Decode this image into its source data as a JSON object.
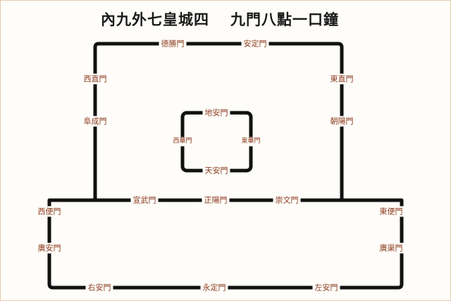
{
  "title_left": "內九外七皇城四",
  "title_right": "九門八點一口鐘",
  "colors": {
    "wall": "#111111",
    "gate_text": "#8b3a1e",
    "background": "#fffdf9",
    "border": "#e6c8a8"
  },
  "inner_city_gates": {
    "deshengmen": "德勝門",
    "andingmen": "安定門",
    "xizhimen": "西直門",
    "fuchengmen": "阜成門",
    "dongzhimen": "東直門",
    "chaoyangmen": "朝陽門",
    "xuanwumen": "宣武門",
    "zhengyangmen": "正陽門",
    "chongwenmen": "崇文門"
  },
  "imperial_city_gates": {
    "dianmen": "地安門",
    "xihuamen": "西華門",
    "donghuamen": "東華門",
    "tiananmen": "天安門"
  },
  "outer_city_gates": {
    "xibianmen": "西便門",
    "guanganmen": "廣安門",
    "youanmen": "右安門",
    "yongdingmen": "永定門",
    "zuoanmen": "左安門",
    "dongbianmen": "東便門",
    "guangqumen": "廣渠門"
  }
}
